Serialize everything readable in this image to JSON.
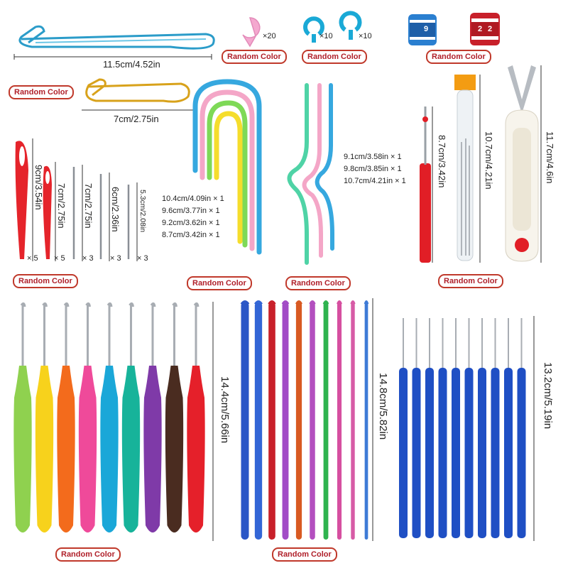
{
  "badges": {
    "markers": "Random Color",
    "rings": "Random Color",
    "counters": "Random Color",
    "holder_small": "Random Color",
    "needles": "Random Color",
    "cable": "Random Color",
    "tools": "Random Color",
    "ergo_hooks": "Random Color",
    "alu_hooks": "Random Color"
  },
  "quantities": {
    "markers": "×20",
    "rings_a": "×10",
    "rings_b": "×10",
    "needle_1": "× 5",
    "needle_2": "× 5",
    "needle_3": "× 3",
    "needle_4": "× 3",
    "needle_5": "× 3"
  },
  "dimensions": {
    "stitch_holder_large": "11.5cm/4.52in",
    "stitch_holder_small": "7cm/2.75in",
    "needle_1": "9cm/3.54in",
    "needle_2": "7cm/2.75in",
    "needle_3": "7cm/2.75in",
    "needle_4": "6cm/2.36in",
    "needle_5": "5.3cm/2.08in",
    "seam_ripper": "8.7cm/3.42in",
    "needle_tube": "10.7cm/4.21in",
    "scissors": "11.7cm/4.6in",
    "ergo_hooks": "14.4cm/5.66in",
    "alu_hooks": "14.8cm/5.82in",
    "steel_hooks": "13.2cm/5.19in"
  },
  "cable_needles_u": [
    "10.4cm/4.09in × 1",
    "9.6cm/3.77in × 1",
    "9.2cm/3.62in × 1",
    "8.7cm/3.42in × 1"
  ],
  "cable_needles_wave": [
    "9.1cm/3.58in × 1",
    "9.8cm/3.85in × 1",
    "10.7cm/4.21in × 1"
  ],
  "counter_digits": [
    "9",
    "2",
    "2"
  ],
  "colors": {
    "badge_border": "#c0392b",
    "ergo": [
      "#8fd14f",
      "#f7d21c",
      "#f36b1c",
      "#ef4a9a",
      "#1aa7d8",
      "#17b39a",
      "#7f3aa8",
      "#4a2c20",
      "#e5202a"
    ],
    "alu": [
      "#2a56c6",
      "#3366d6",
      "#c8202a",
      "#a24cc6",
      "#d85a22",
      "#b34fbf",
      "#2fb34f",
      "#d64fa0",
      "#d75ba6",
      "#3e7bd6"
    ],
    "steel": "#1f4fc4"
  }
}
